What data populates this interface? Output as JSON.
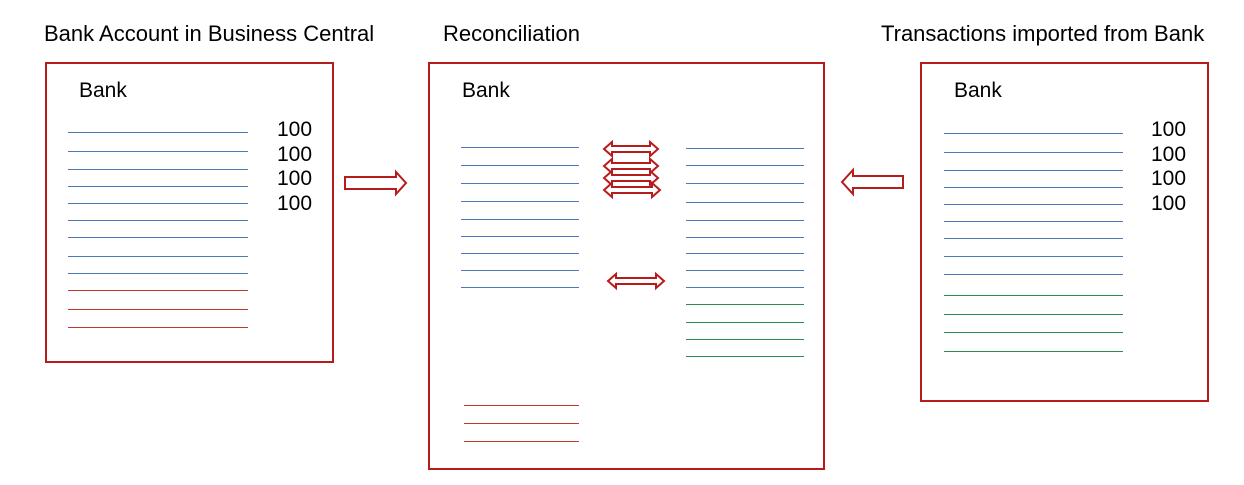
{
  "titles": {
    "left": "Bank Account in Business Central",
    "center": "Reconciliation",
    "right": "Transactions imported from Bank"
  },
  "boxes": {
    "left": {
      "label": "Bank",
      "amounts": [
        "100",
        "100",
        "100",
        "100"
      ]
    },
    "center": {
      "label": "Bank"
    },
    "right": {
      "label": "Bank",
      "amounts": [
        "100",
        "100",
        "100",
        "100"
      ]
    }
  },
  "colors": {
    "border": "#b71c1c",
    "arrow": "#b71c1c",
    "blue_line": "#4a7bb7",
    "red_line": "#c0392b",
    "green_line": "#2e8b57"
  }
}
